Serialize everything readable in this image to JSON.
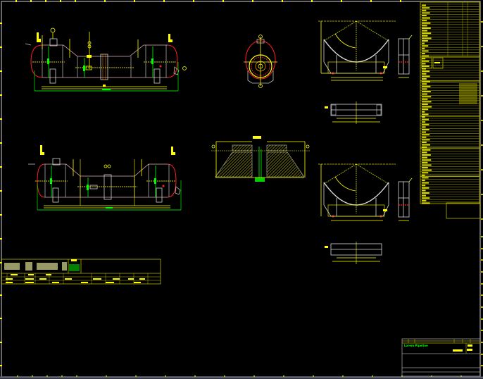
{
  "drawing": {
    "background": "#000000",
    "colors": {
      "frame": "#9a9a9a",
      "yellow": "#ffff00",
      "dim_yellow": "#b5b500",
      "red": "#ff2020",
      "green": "#00e000",
      "white": "#d8d8d8",
      "orange": "#ff9000"
    },
    "views": [
      {
        "id": "view-1",
        "name": "vessel-elevation-top",
        "label": ""
      },
      {
        "id": "view-2",
        "name": "vessel-elevation-bottom",
        "label": ""
      },
      {
        "id": "view-3",
        "name": "vessel-end-view",
        "label": ""
      },
      {
        "id": "view-4",
        "name": "flange-section-view",
        "label": ""
      },
      {
        "id": "view-5",
        "name": "saddle-support-a",
        "label": ""
      },
      {
        "id": "view-6",
        "name": "saddle-support-b",
        "label": ""
      }
    ],
    "title_block": {
      "company_label": "Lorem Pipeline",
      "rows": 3
    },
    "nozzle_table": {
      "rows": 2
    },
    "specification_table": {
      "sections": 6
    }
  }
}
